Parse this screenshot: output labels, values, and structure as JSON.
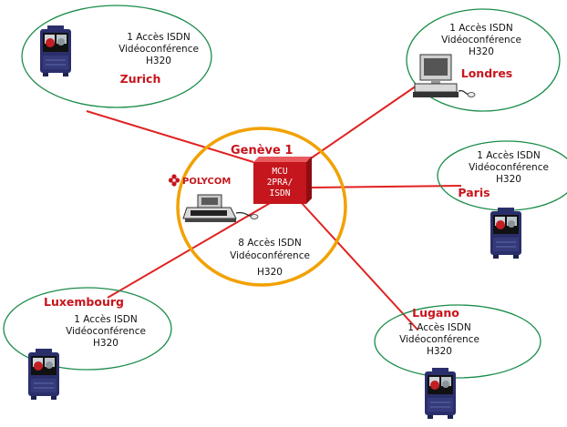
{
  "colors": {
    "link": "#e02222",
    "hub_ring": "#f2a100",
    "site_ring": "#1b8c4a",
    "city_text": "#c8141c",
    "mcu_box": "#c4161c",
    "brand_red": "#c4161c"
  },
  "hub": {
    "title": "Genève 1",
    "mcu_lines": [
      "MCU",
      "2PRA/",
      "ISDN"
    ],
    "access_lines": [
      "8 Accès ISDN",
      "Vidéoconférence",
      "H320"
    ],
    "brand": "POLYCOM",
    "brand_icon": "polycom-logo-icon",
    "device_icon": "polycom-console-icon"
  },
  "sites": [
    {
      "id": "zurich",
      "city": "Zurich",
      "lines": [
        "1 Accès ISDN",
        "Vidéoconférence",
        "H320"
      ],
      "icon": "videoconference-unit-icon"
    },
    {
      "id": "londres",
      "city": "Londres",
      "lines": [
        "1 Accès ISDN",
        "Vidéoconférence",
        "H320"
      ],
      "icon": "desktop-computer-icon"
    },
    {
      "id": "paris",
      "city": "Paris",
      "lines": [
        "1 Accès ISDN",
        "Vidéoconférence",
        "H320"
      ],
      "icon": "videoconference-unit-icon"
    },
    {
      "id": "luxembourg",
      "city": "Luxembourg",
      "lines": [
        "1 Accès ISDN",
        "Vidéoconférence",
        "H320"
      ],
      "icon": "videoconference-unit-icon"
    },
    {
      "id": "lugano",
      "city": "Lugano",
      "lines": [
        "1 Accès ISDN",
        "Vidéoconférence",
        "H320"
      ],
      "icon": "videoconference-unit-icon"
    }
  ]
}
